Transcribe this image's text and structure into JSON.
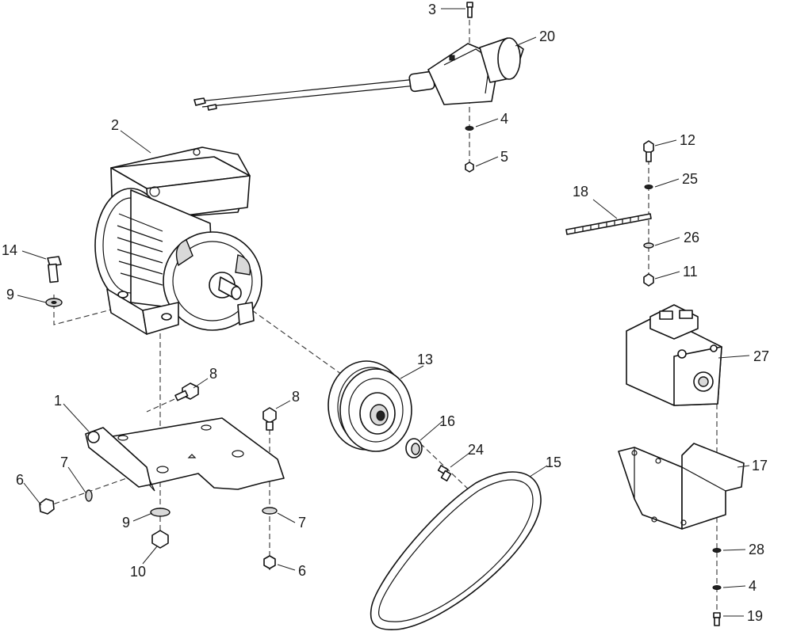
{
  "callouts": {
    "c1": "1",
    "c2": "2",
    "c3": "3",
    "c4a": "4",
    "c4b": "4",
    "c5": "5",
    "c6a": "6",
    "c6b": "6",
    "c7a": "7",
    "c7b": "7",
    "c8a": "8",
    "c8b": "8",
    "c9a": "9",
    "c9b": "9",
    "c10": "10",
    "c11": "11",
    "c12": "12",
    "c13": "13",
    "c14": "14",
    "c15": "15",
    "c16": "16",
    "c17": "17",
    "c18": "18",
    "c19": "19",
    "c20": "20",
    "c24": "24",
    "c25": "25",
    "c26": "26",
    "c27": "27",
    "c28": "28"
  }
}
